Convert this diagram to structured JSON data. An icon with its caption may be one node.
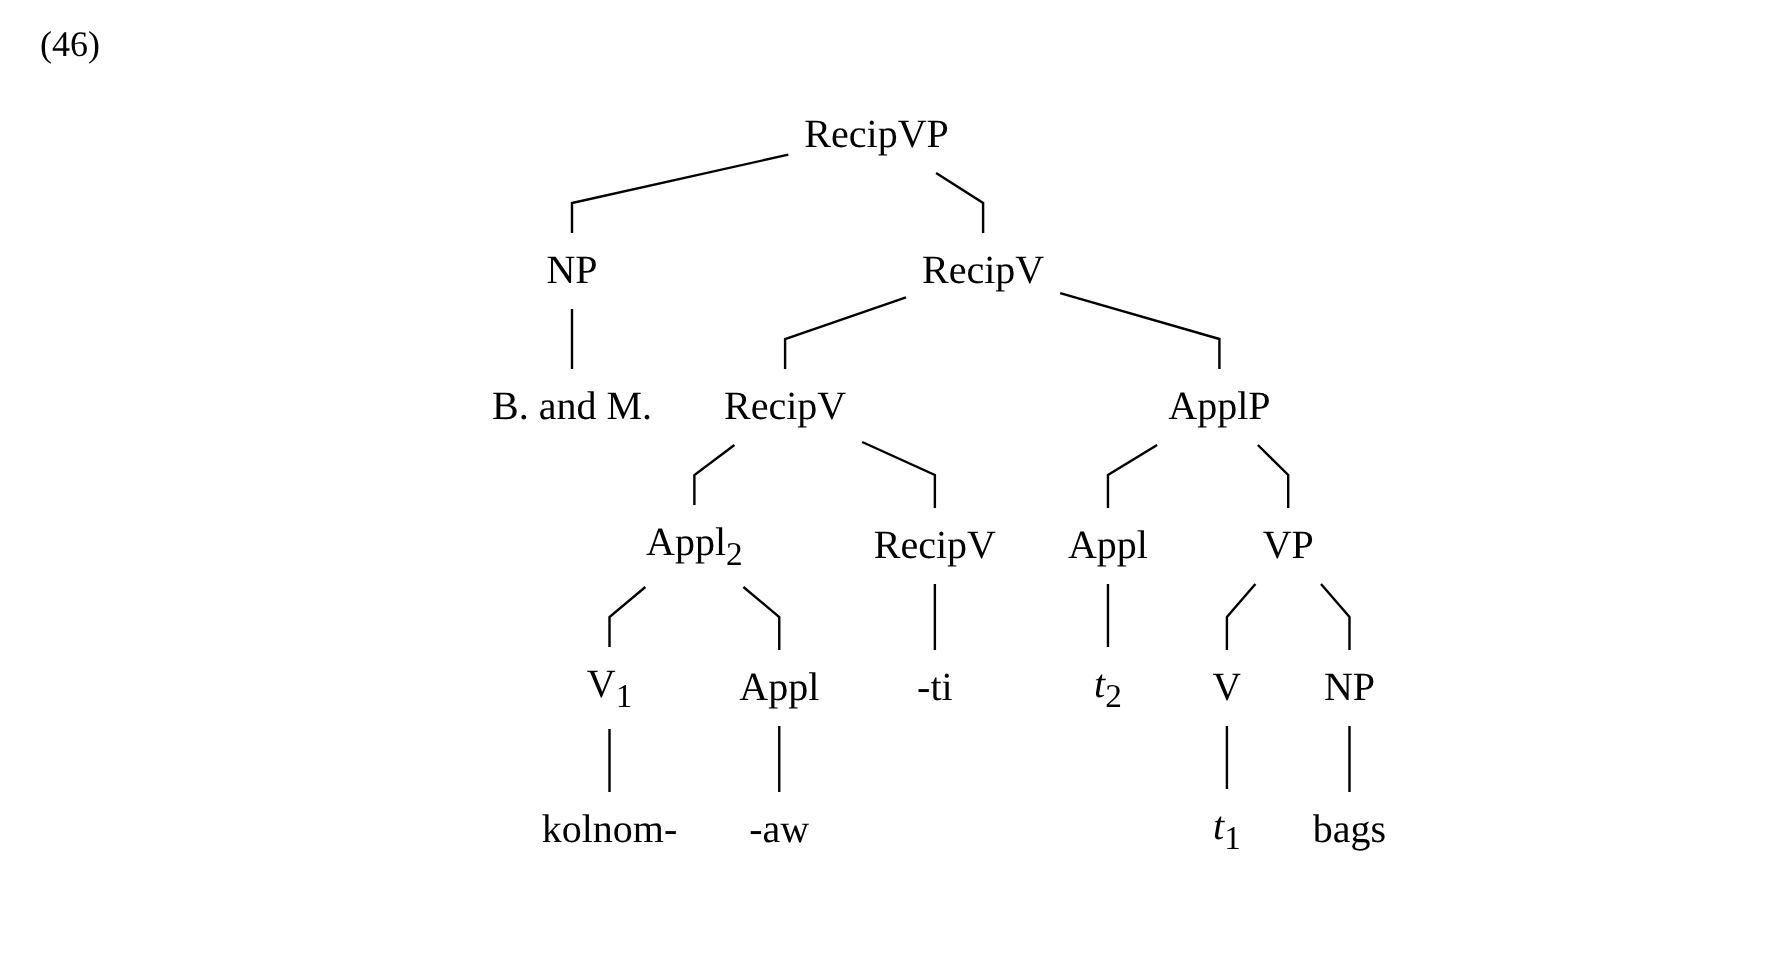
{
  "diagram": {
    "nodes": [
      {
        "text": [
          "RecipVP"
        ]
      },
      {
        "text": [
          "NP"
        ]
      },
      {
        "text": [
          "RecipV"
        ]
      },
      {
        "text": [
          "B. and M."
        ]
      },
      {
        "text": [
          "RecipV"
        ]
      },
      {
        "text": [
          "ApplP"
        ]
      },
      {
        "text": [
          "Appl$_{2}$"
        ]
      },
      {
        "text": [
          "RecipV"
        ]
      },
      {
        "text": [
          "Appl"
        ]
      },
      {
        "text": [
          "VP"
        ]
      },
      {
        "text": [
          "V$_{1}$"
        ]
      },
      {
        "text": [
          "Appl"
        ]
      },
      {
        "text": [
          "-ti"
        ]
      },
      {
        "text": [
          "*t*$_{2}$"
        ]
      },
      {
        "text": [
          "V"
        ]
      },
      {
        "text": [
          "NP"
        ]
      },
      {
        "text": [
          "kolnom-"
        ]
      },
      {
        "text": [
          "-aw"
        ]
      },
      {
        "text": [
          "*t*$_{1}$"
        ]
      },
      {
        "text": [
          "bags"
        ]
      }
    ],
    "edges": [
      {
        "from": 0,
        "to": 1,
        "arrow": "none"
      },
      {
        "from": 0,
        "to": 2,
        "arrow": "none"
      },
      {
        "from": 1,
        "to": 3,
        "arrow": "none"
      },
      {
        "from": 2,
        "to": 4,
        "arrow": "none"
      },
      {
        "from": 2,
        "to": 5,
        "arrow": "none"
      },
      {
        "from": 4,
        "to": 6,
        "arrow": "none"
      },
      {
        "from": 4,
        "to": 7,
        "arrow": "none"
      },
      {
        "from": 5,
        "to": 8,
        "arrow": "none"
      },
      {
        "from": 5,
        "to": 9,
        "arrow": "none"
      },
      {
        "from": 6,
        "to": 10,
        "arrow": "none"
      },
      {
        "from": 6,
        "to": 11,
        "arrow": "none"
      },
      {
        "from": 7,
        "to": 12,
        "arrow": "none"
      },
      {
        "from": 8,
        "to": 13,
        "arrow": "none"
      },
      {
        "from": 9,
        "to": 14,
        "arrow": "none"
      },
      {
        "from": 9,
        "to": 15,
        "arrow": "none"
      },
      {
        "from": 10,
        "to": 16,
        "arrow": "none"
      },
      {
        "from": 11,
        "to": 17,
        "arrow": "none"
      },
      {
        "from": 14,
        "to": 18,
        "arrow": "none"
      },
      {
        "from": 15,
        "to": 19,
        "arrow": "none"
      }
    ],
    "labels": [
      "(46)"
    ]
  }
}
